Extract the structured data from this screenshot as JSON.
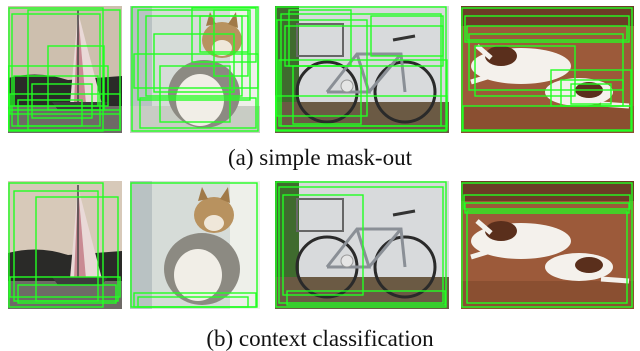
{
  "figure": {
    "captions": {
      "a": "(a) simple mask-out",
      "b": "(b) context classification"
    },
    "box_color": "#22ff22",
    "rows": [
      {
        "id": "a",
        "images": [
          {
            "subject": "sailboat"
          },
          {
            "subject": "cat"
          },
          {
            "subject": "bicycle"
          },
          {
            "subject": "dog"
          }
        ]
      },
      {
        "id": "b",
        "images": [
          {
            "subject": "sailboat"
          },
          {
            "subject": "cat"
          },
          {
            "subject": "bicycle"
          },
          {
            "subject": "dog"
          }
        ]
      }
    ]
  }
}
